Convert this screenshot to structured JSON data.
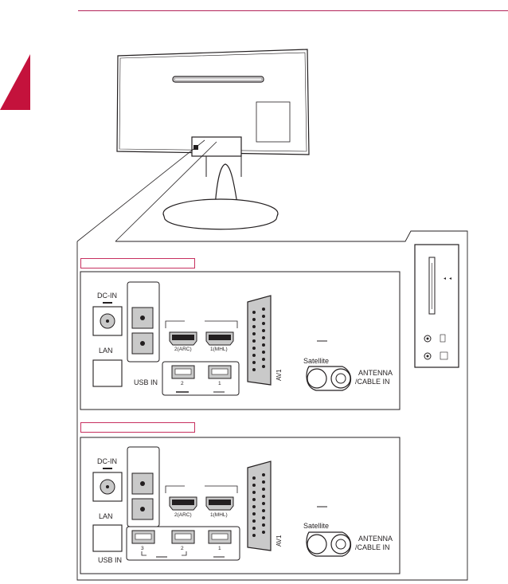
{
  "panel_a": {
    "dc_in": "DC-IN",
    "lan": "LAN",
    "usb_in": "USB IN",
    "hdmi_2": "2(ARC)",
    "hdmi_1": "1(MHL)",
    "usb_2": "2",
    "usb_1": "1",
    "av": "AV1",
    "satellite": "Satellite",
    "antenna_line1": "ANTENNA",
    "antenna_line2": "/CABLE IN"
  },
  "panel_b": {
    "dc_in": "DC-IN",
    "lan": "LAN",
    "usb_in": "USB IN",
    "hdmi_2": "2(ARC)",
    "hdmi_1": "1(MHL)",
    "usb_3": "3",
    "usb_2": "2",
    "usb_1": "1",
    "av": "AV1",
    "satellite": "Satellite",
    "antenna_line1": "ANTENNA",
    "antenna_line2": "/CABLE IN"
  },
  "colors": {
    "accent": "#b3245a",
    "tab": "#c4123c",
    "line": "#231f20",
    "port_fill": "#c9c9c9"
  }
}
